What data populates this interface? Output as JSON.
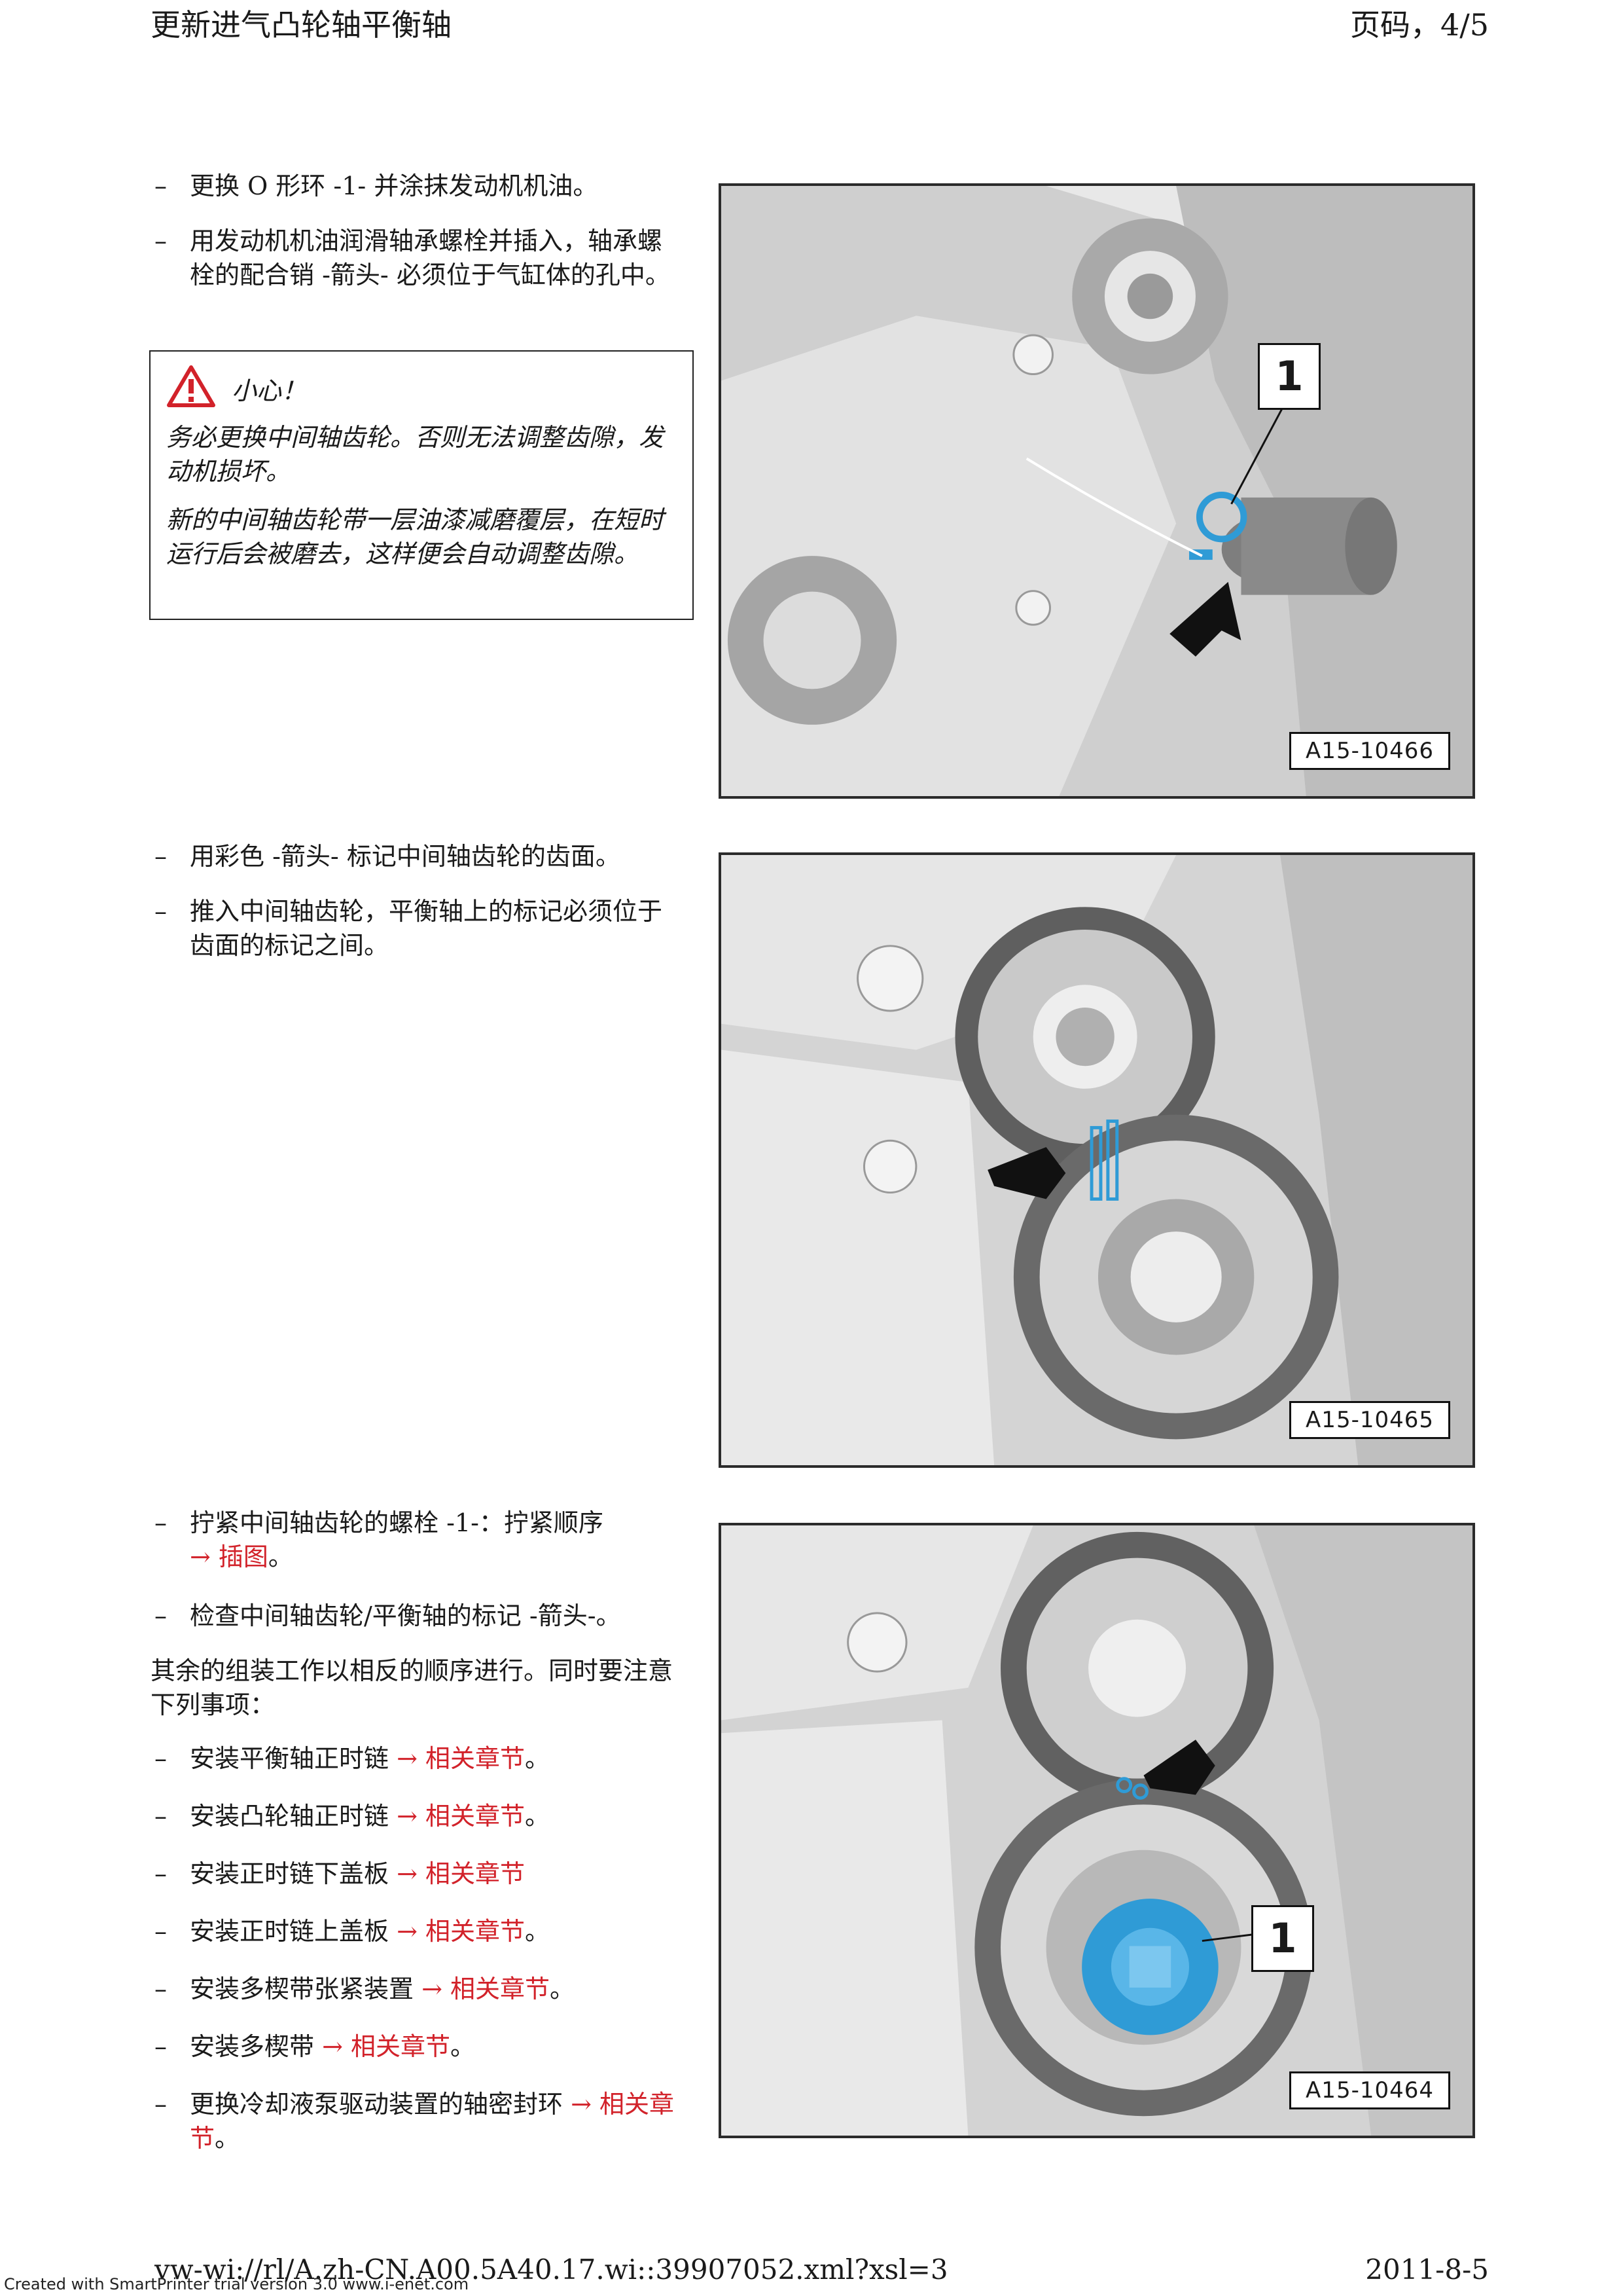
{
  "header": {
    "title": "更新进气凸轮轴平衡轴",
    "page": "页码，4/5"
  },
  "section1": {
    "steps": [
      {
        "dash": "–",
        "text": "更换 O 形环 -1- 并涂抹发动机机油。"
      },
      {
        "dash": "–",
        "text": "用发动机机油润滑轴承螺栓并插入，轴承螺栓的配合销 -箭头- 必须位于气缸体的孔中。"
      }
    ],
    "caution": {
      "title": "小心！",
      "p1": "务必更换中间轴齿轮。否则无法调整齿隙，发动机损坏。",
      "p2": "新的中间轴齿轮带一层油漆减磨覆层，在短时运行后会被磨去，这样便会自动调整齿隙。"
    },
    "figure": {
      "id": "A15-10466",
      "callout": "1"
    }
  },
  "section2": {
    "steps": [
      {
        "dash": "–",
        "text": "用彩色 -箭头- 标记中间轴齿轮的齿面。"
      },
      {
        "dash": "–",
        "text": "推入中间轴齿轮，平衡轴上的标记必须位于齿面的标记之间。"
      }
    ],
    "figure": {
      "id": "A15-10465"
    }
  },
  "section3": {
    "step1": {
      "dash": "–",
      "text": "拧紧中间轴齿轮的螺栓 -1-：拧紧顺序",
      "link": "→ 插图",
      "tail": "。"
    },
    "step2": {
      "dash": "–",
      "text": "检查中间轴齿轮/平衡轴的标记 -箭头-。"
    },
    "para": "其余的组装工作以相反的顺序进行。同时要注意下列事项：",
    "items": [
      {
        "dash": "–",
        "text": "安装平衡轴正时链 ",
        "link": "→ 相关章节",
        "tail": "。"
      },
      {
        "dash": "–",
        "text": "安装凸轮轴正时链 ",
        "link": "→ 相关章节",
        "tail": "。"
      },
      {
        "dash": "–",
        "text": "安装正时链下盖板 ",
        "link": "→ 相关章节",
        "tail": ""
      },
      {
        "dash": "–",
        "text": "安装正时链上盖板 ",
        "link": "→ 相关章节",
        "tail": "。"
      },
      {
        "dash": "–",
        "text": "安装多楔带张紧装置 ",
        "link": "→ 相关章节",
        "tail": "。"
      },
      {
        "dash": "–",
        "text": "安装多楔带 ",
        "link": "→ 相关章节",
        "tail": "。"
      },
      {
        "dash": "–",
        "text": "更换冷却液泵驱动装置的轴密封环 ",
        "link": "→ 相关章节",
        "tail": "。"
      }
    ],
    "figure": {
      "id": "A15-10464",
      "callout": "1"
    }
  },
  "footer": {
    "url": "vw-wi://rl/A.zh-CN.A00.5A40.17.wi::39907052.xml?xsl=3",
    "date": "2011-8-5",
    "trial": "Created with SmartPrinter trial version 3.0  www.i-enet.com"
  },
  "colors": {
    "link": "#d2222a",
    "highlight_blue": "#2f9bd6",
    "caution_red": "#d2222a"
  }
}
